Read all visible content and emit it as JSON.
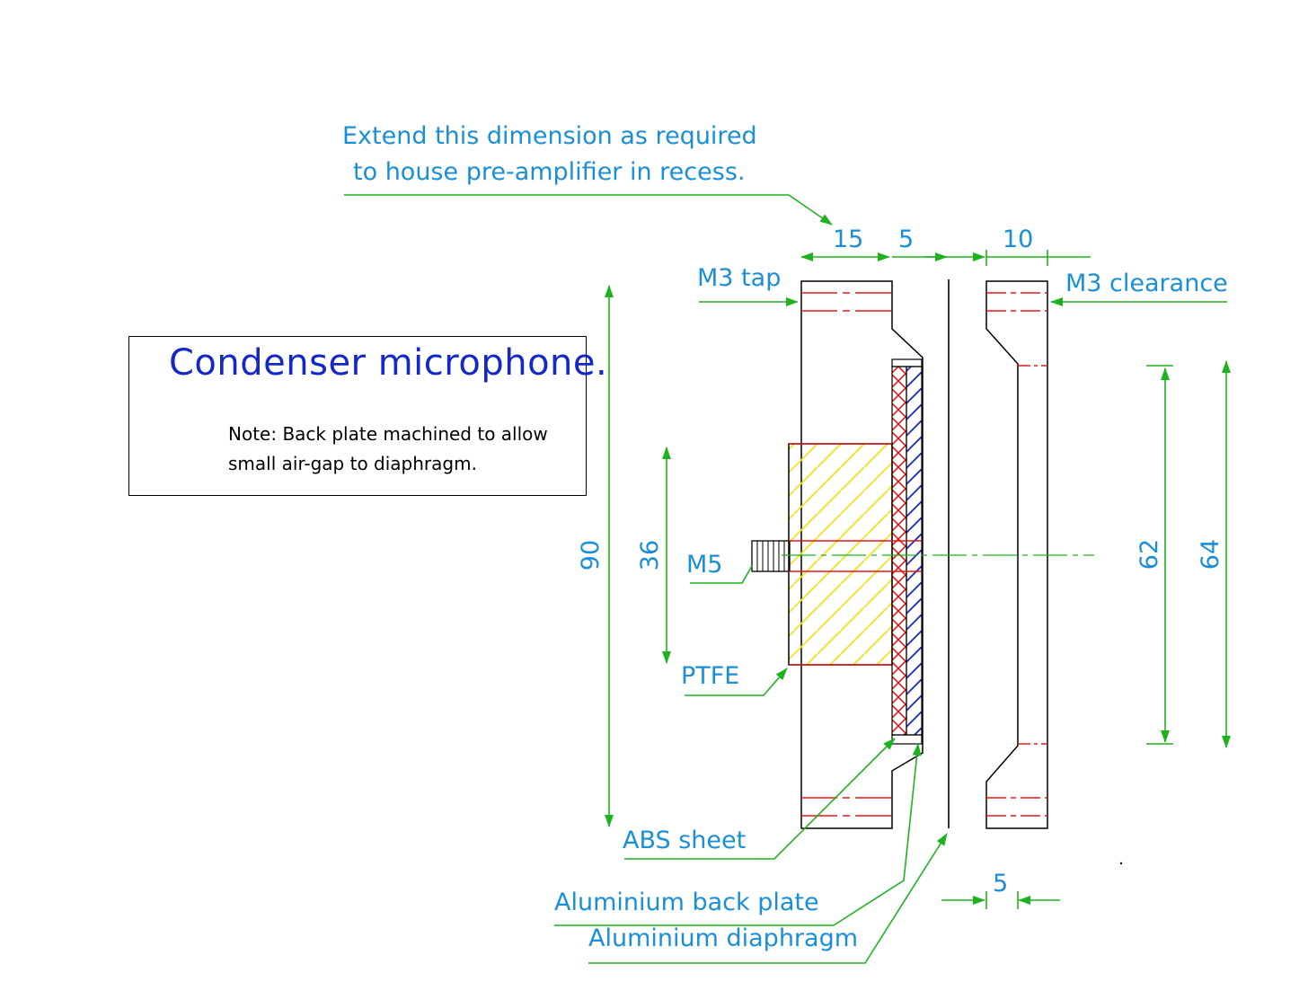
{
  "title": "Condenser microphone.",
  "note": {
    "line1": "Note: Back plate machined to allow",
    "line2": "small air-gap to diaphragm."
  },
  "annotation": {
    "line1": "Extend this dimension as required",
    "line2": "to house pre-amplifier in recess."
  },
  "dimensions": {
    "d15": "15",
    "d5_top": "5",
    "d10": "10",
    "d90": "90",
    "d36": "36",
    "d62": "62",
    "d64": "64",
    "d5_bottom": "5"
  },
  "labels": {
    "m3_tap": "M3 tap",
    "m3_clearance": "M3 clearance",
    "m5": "M5",
    "ptfe": "PTFE",
    "abs_sheet": "ABS sheet",
    "aluminium_back_plate": "Aluminium back plate",
    "aluminium_diaphragm": "Aluminium diaphragm"
  },
  "colors": {
    "outline": "#000000",
    "dimension": "#1fb21f",
    "label_text": "#1a8fd8",
    "title_text": "#1428c8",
    "hidden_line": "#e01818",
    "ptfe_hatch": "#f0e020",
    "abs_hatch": "#e01818",
    "backplate_hatch": "#1428c8"
  }
}
